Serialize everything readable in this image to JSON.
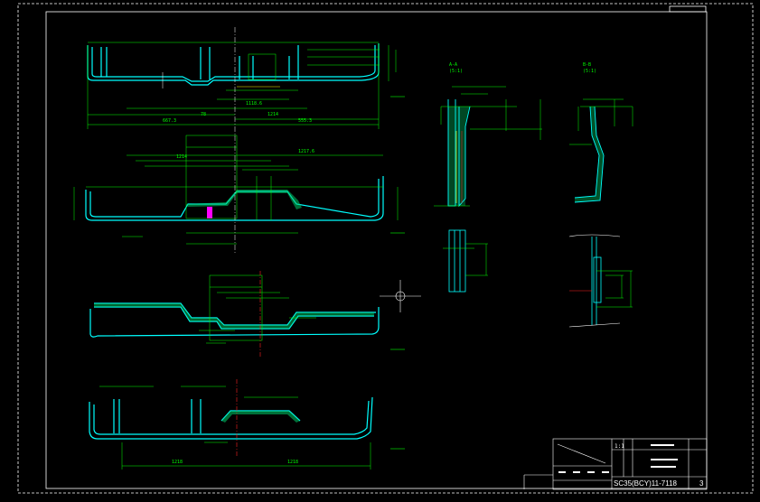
{
  "colors": {
    "background": "#000000",
    "frame": "#ffffff",
    "part": "#00ffff",
    "part_fill": "#00cc66",
    "dimension": "#00ff00",
    "centerline": "#ff2020",
    "magenta": "#ff00ff",
    "yellow": "#ffff00",
    "white": "#ffffff"
  },
  "labels": {
    "dims_top": [
      "1214",
      "667.3",
      "555.3",
      "78",
      "1118.6"
    ],
    "dims_bottom": [
      "1218",
      "1218"
    ],
    "dim_row2": [
      "1214",
      "1217.6"
    ],
    "section_a": "A-A",
    "section_a_scale": "(5:1)",
    "section_b": "B-B",
    "section_b_scale": "(5:1)"
  },
  "title_block": {
    "doc_number": "SC35(BCY)11-7118",
    "sheet": "3",
    "scale": "1:1"
  }
}
